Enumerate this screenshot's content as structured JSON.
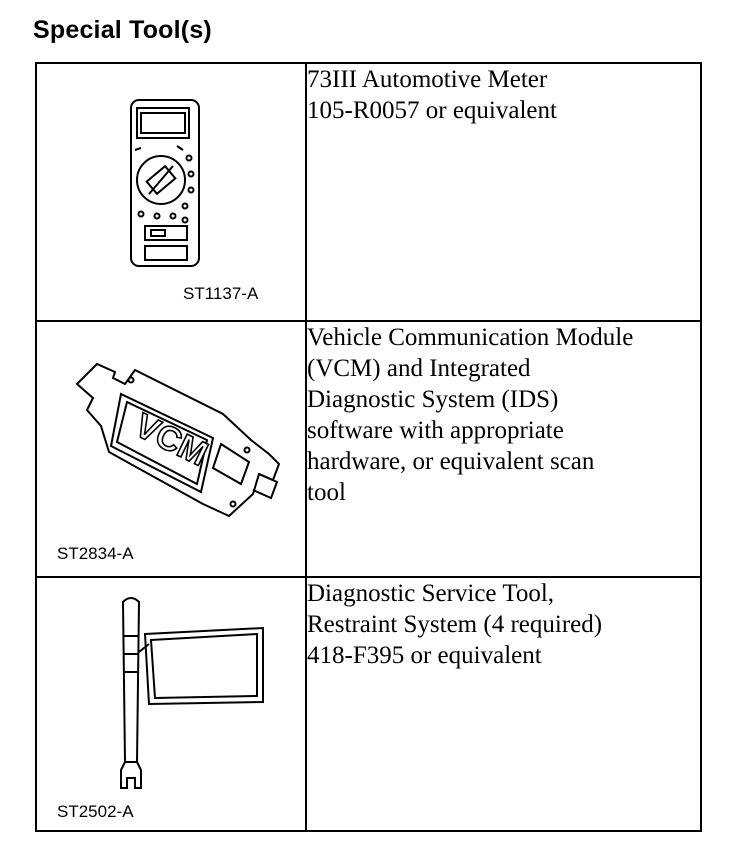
{
  "title": "Special Tool(s)",
  "tools": [
    {
      "figure_code": "ST1137-A",
      "figure_icon": "automotive-meter-illustration",
      "description_lines": [
        "73III Automotive Meter",
        "105-R0057 or equivalent"
      ]
    },
    {
      "figure_code": "ST2834-A",
      "figure_icon": "vcm-module-illustration",
      "figure_text": "VCM",
      "description_lines": [
        "Vehicle Communication Module",
        "(VCM) and Integrated",
        "Diagnostic System (IDS)",
        "software with appropriate",
        "hardware, or equivalent scan",
        "tool"
      ]
    },
    {
      "figure_code": "ST2502-A",
      "figure_icon": "restraint-diagnostic-tool-illustration",
      "description_lines": [
        "Diagnostic Service Tool,",
        "Restraint System (4 required)",
        "418-F395 or equivalent"
      ]
    }
  ]
}
